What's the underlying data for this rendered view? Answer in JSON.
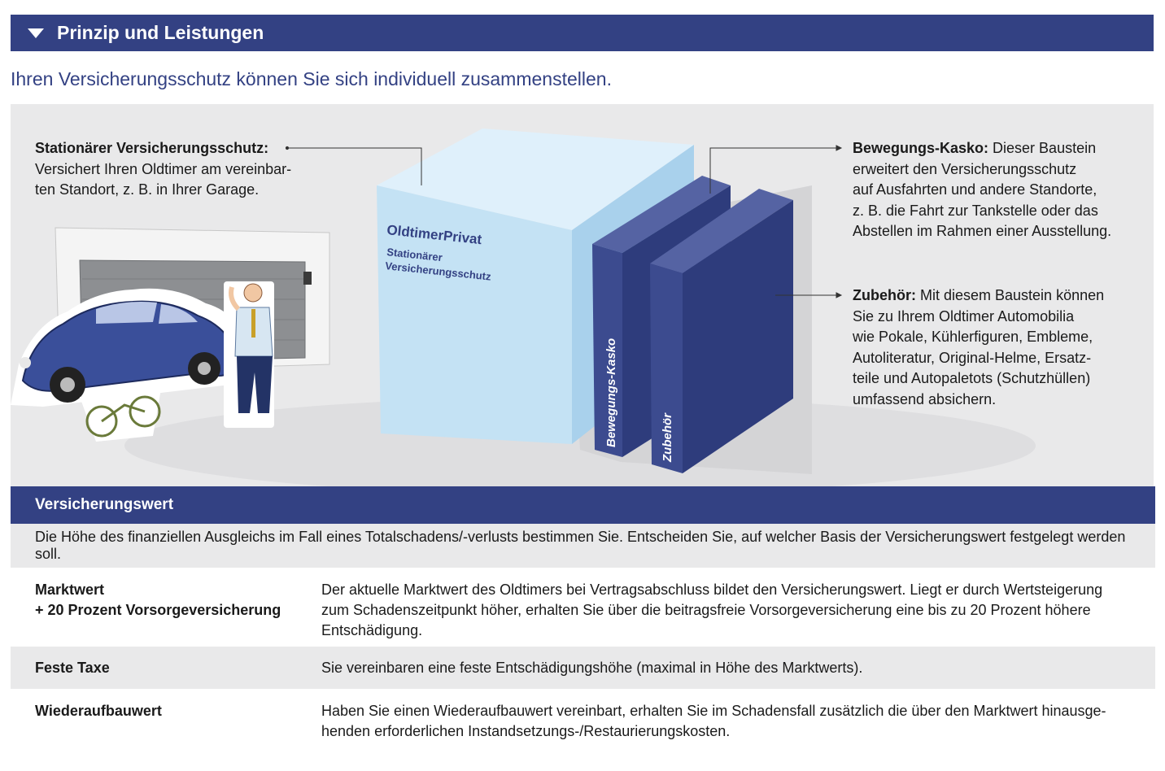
{
  "header": {
    "title": "Prinzip und Leistungen"
  },
  "subtitle": "Ihren Versicherungsschutz können Sie sich individuell zusammenstellen.",
  "illustration": {
    "box_title": "OldtimerPrivat",
    "box_sub1": "Stationärer",
    "box_sub2": "Versicherungsschutz",
    "book1_label": "Bewegungs-Kasko",
    "book2_label": "Zubehör",
    "stationary": {
      "heading": "Stationärer Versicherungsschutz:",
      "line1": "Versichert Ihren Oldtimer am vereinbar-",
      "line2": "ten Standort, z. B. in Ihrer Garage."
    },
    "kasko": {
      "heading": "Bewegungs-Kasko:",
      "line1_rest": " Dieser Baustein",
      "line2": "erweitert den Versicherungsschutz",
      "line3": "auf Ausfahrten und andere Standorte,",
      "line4": "z. B. die Fahrt zur Tankstelle oder das",
      "line5": "Abstellen im Rahmen einer Ausstellung."
    },
    "zubehoer": {
      "heading": "Zubehör:",
      "line1_rest": " Mit diesem Baustein können",
      "line2": "Sie zu Ihrem Oldtimer Automobilia",
      "line3": "wie Pokale, Kühlerfiguren, Embleme,",
      "line4": "Autoliteratur, Original-Helme, Ersatz-",
      "line5": "teile und Autopaletots (Schutzhüllen)",
      "line6": "umfassend absichern."
    }
  },
  "section": {
    "title": "Versicherungswert",
    "intro": "Die Höhe des finanziellen Ausgleichs im Fall eines Totalschadens/-verlusts bestimmen Sie. Entscheiden Sie, auf welcher Basis der Versicherungswert festgelegt werden soll.",
    "rows": [
      {
        "key1": "Marktwert",
        "key2": "+ 20 Prozent Vorsorgeversicherung",
        "v1": "Der aktuelle Marktwert des Oldtimers bei Vertragsabschluss bildet den Versicherungswert. Liegt er durch Wertsteigerung",
        "v2": "zum Schadenszeitpunkt höher, erhalten Sie über die beitragsfreie Vorsorgeversicherung eine bis zu 20 Prozent höhere",
        "v3": "Entschädigung."
      },
      {
        "key1": "Feste Taxe",
        "v1": "Sie vereinbaren eine feste Entschädigungshöhe (maximal in Höhe des Marktwerts)."
      },
      {
        "key1": "Wiederaufbauwert",
        "v1": "Haben Sie einen Wiederaufbauwert vereinbart, erhalten Sie im Schadensfall zusätzlich die über den Marktwert hinausge-",
        "v2": "henden erforderlichen Instandsetzungs-/Restaurierungskosten."
      }
    ]
  },
  "colors": {
    "brand_blue": "#334183",
    "panel_grey": "#e9e9ea",
    "box_light_blue": "#c7e4f5"
  }
}
